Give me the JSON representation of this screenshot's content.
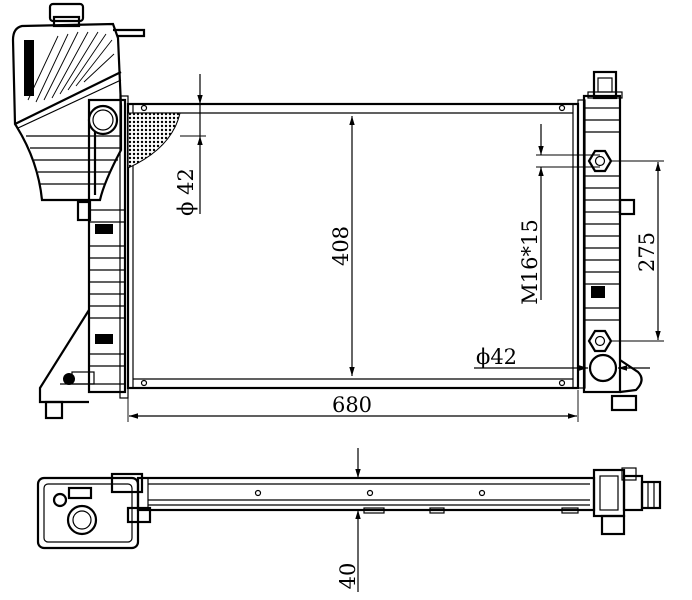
{
  "dimensions": {
    "width": "680",
    "height": "408",
    "inlet_diameter": "ϕ 42",
    "outlet_diameter": "ϕ42",
    "thread": "M16*15",
    "mount_spacing": "275",
    "core_thickness": "40"
  }
}
